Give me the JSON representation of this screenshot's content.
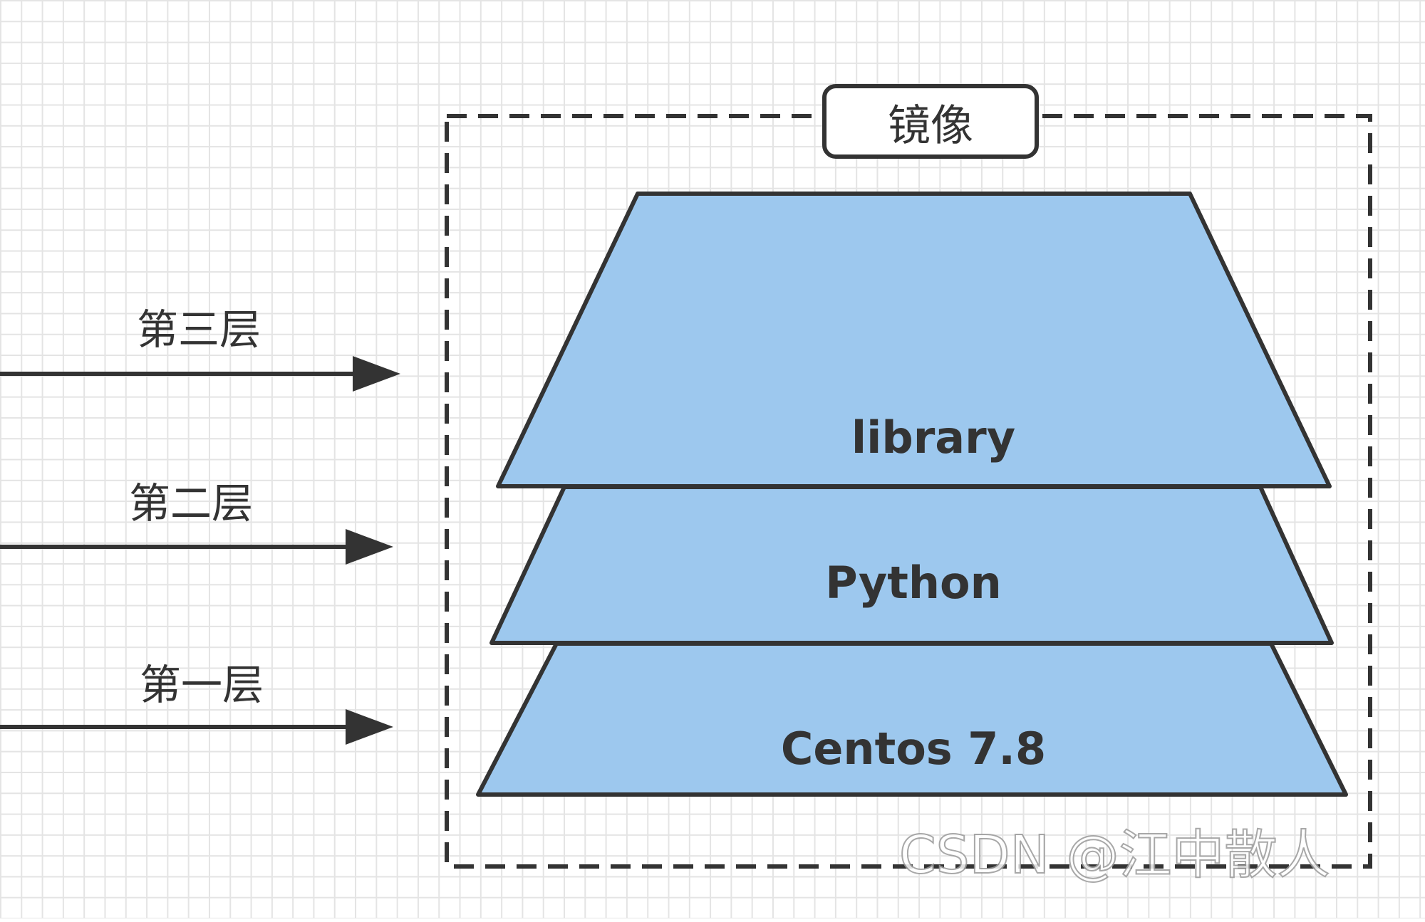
{
  "container": {
    "title": "镜像"
  },
  "layers": [
    {
      "name": "library"
    },
    {
      "name": "Python"
    },
    {
      "name": "Centos 7.8"
    }
  ],
  "arrows": [
    {
      "label": "第三层"
    },
    {
      "label": "第二层"
    },
    {
      "label": "第一层"
    }
  ],
  "watermark": "CSDN @江中散人",
  "colors": {
    "layer_fill": "#9dc8ee",
    "stroke": "#333333",
    "grid": "#e4e4e4"
  }
}
